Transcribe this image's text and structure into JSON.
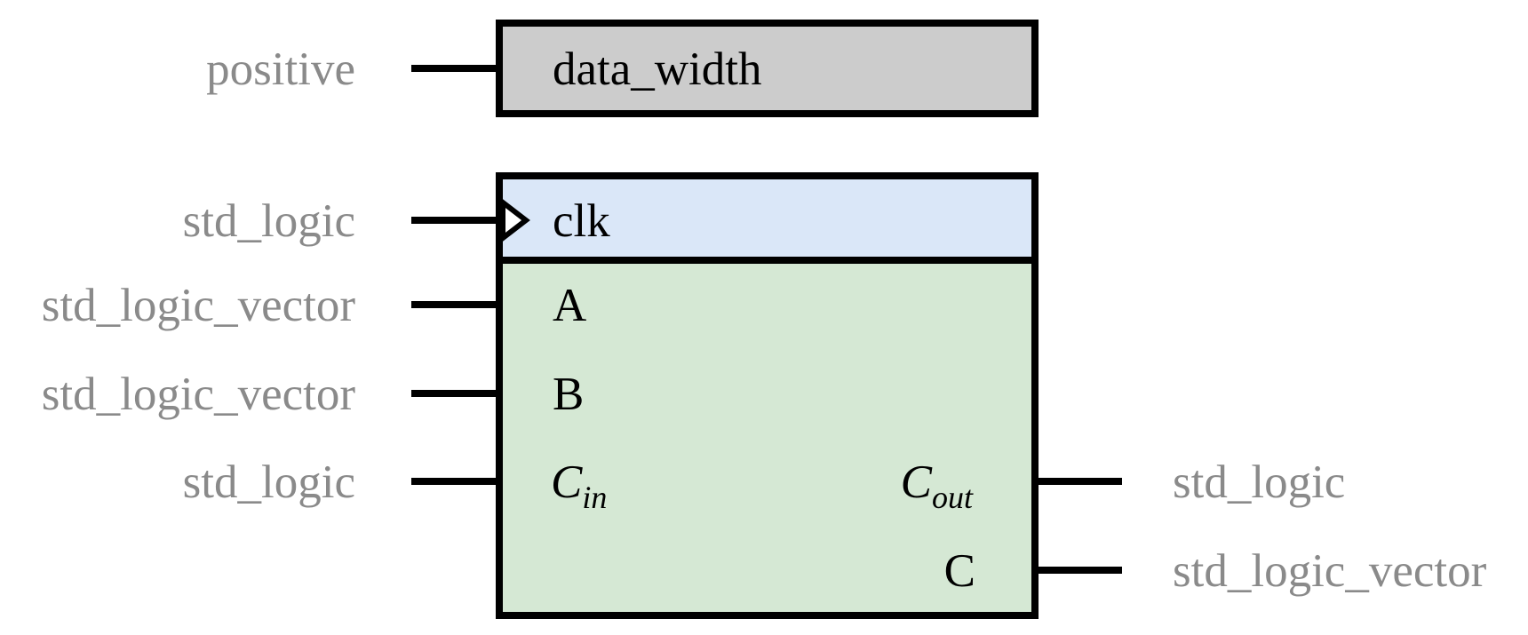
{
  "generic": {
    "label": "data_width",
    "type": "positive",
    "fill_color": "#cccccc"
  },
  "clock": {
    "label": "clk",
    "type": "std_logic",
    "fill_color": "#dae7f8"
  },
  "body": {
    "fill_color": "#d5e8d4"
  },
  "inputs": [
    {
      "label": "A",
      "type": "std_logic_vector"
    },
    {
      "label": "B",
      "type": "std_logic_vector"
    },
    {
      "label_main": "C",
      "label_sub": "in",
      "type": "std_logic"
    }
  ],
  "outputs": [
    {
      "label_main": "C",
      "label_sub": "out",
      "type": "std_logic"
    },
    {
      "label": "C",
      "type": "std_logic_vector"
    }
  ]
}
